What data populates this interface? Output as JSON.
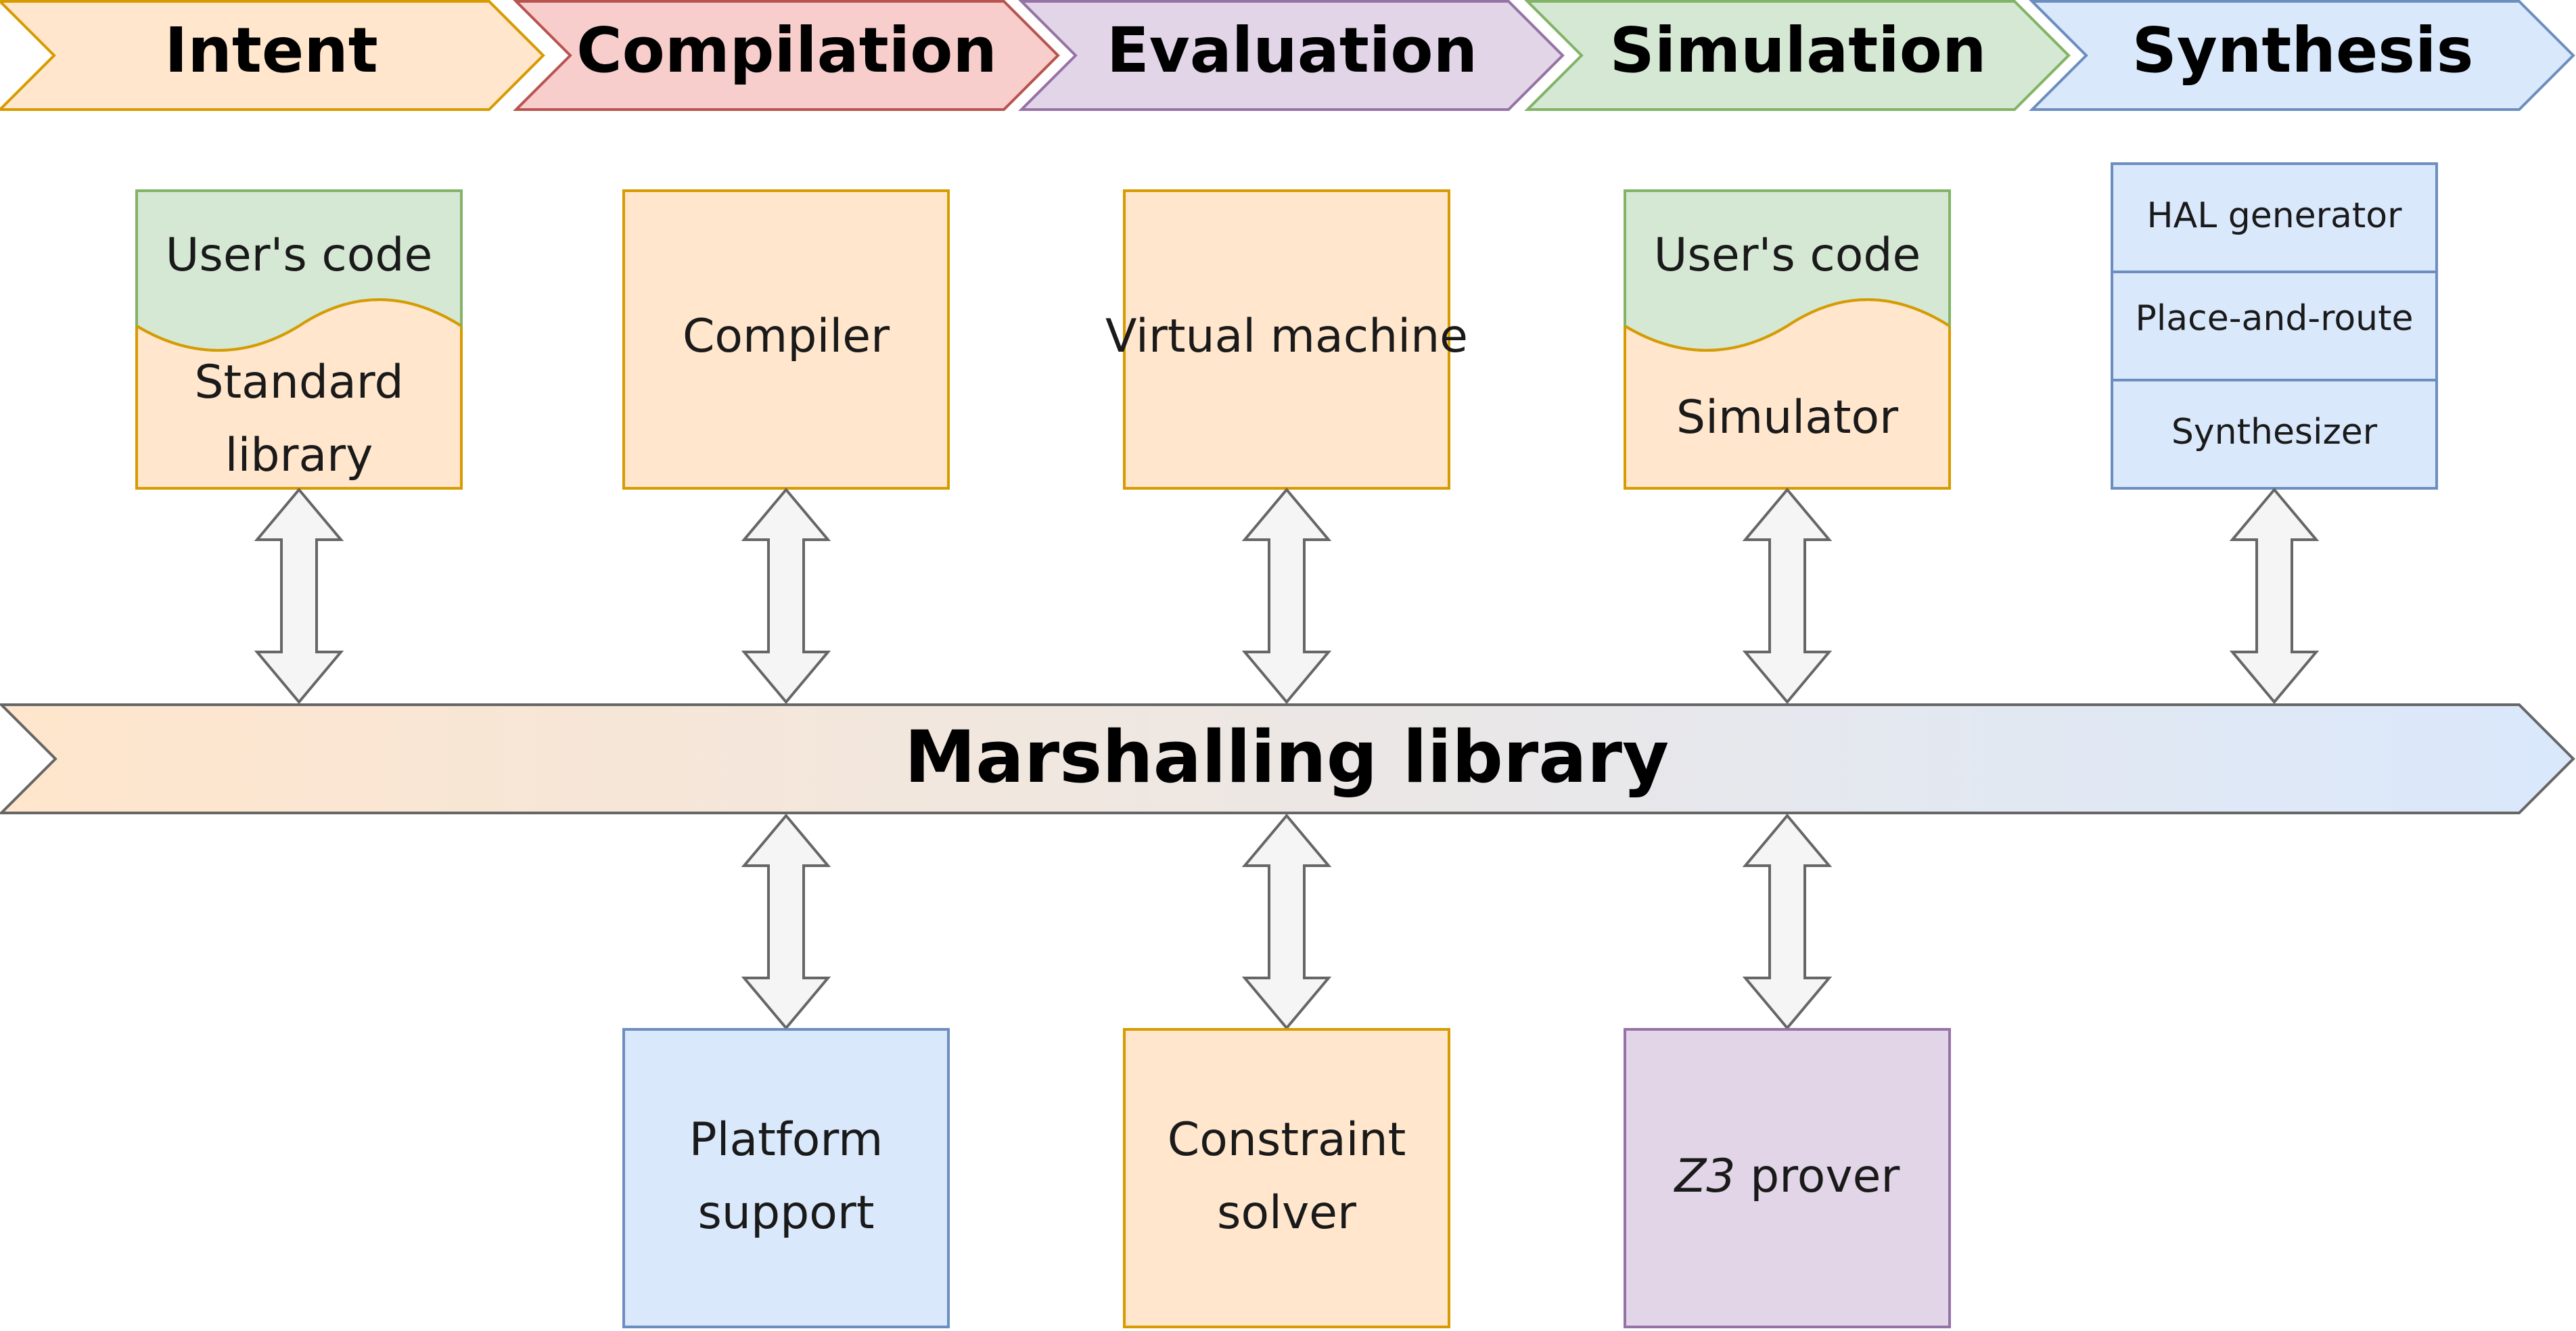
{
  "stages": [
    {
      "label": "Intent",
      "fill": "#ffe6cc",
      "stroke": "#d79b00"
    },
    {
      "label": "Compilation",
      "fill": "#f8cecc",
      "stroke": "#b85450"
    },
    {
      "label": "Evaluation",
      "fill": "#e1d5e7",
      "stroke": "#9673a6"
    },
    {
      "label": "Simulation",
      "fill": "#d5e8d4",
      "stroke": "#82b366"
    },
    {
      "label": "Synthesis",
      "fill": "#dae8fc",
      "stroke": "#6c8ebf"
    }
  ],
  "top_components": {
    "intent": {
      "top_label": "User's code",
      "bottom_lines": [
        "Standard",
        "library"
      ]
    },
    "compiler": {
      "lines": [
        "Compiler"
      ]
    },
    "vm": {
      "lines": [
        "Virtual machine"
      ]
    },
    "simulation": {
      "top_label": "User's code",
      "bottom_lines": [
        "Simulator"
      ]
    },
    "synthesis": {
      "rows": [
        "HAL generator",
        "Place-and-route",
        "Synthesizer"
      ]
    }
  },
  "bus": {
    "label": "Marshalling library",
    "gradient_start": "#ffe6cc",
    "gradient_end": "#dae8fc",
    "stroke": "#666666"
  },
  "bottom_components": {
    "platform": {
      "lines": [
        "Platform",
        "support"
      ]
    },
    "constraint": {
      "lines": [
        "Constraint",
        "solver"
      ]
    },
    "prover": {
      "italic_part": "Z3",
      "rest": " prover"
    }
  },
  "colors": {
    "code_fill": "#d5e8d4",
    "code_stroke": "#82b366",
    "orange_fill": "#ffe6cc",
    "orange_stroke": "#d79b00",
    "blue_fill": "#dae8fc",
    "blue_stroke": "#6c8ebf",
    "purple_fill": "#e1d5e7",
    "purple_stroke": "#9673a6",
    "arrow_fill": "#f5f5f5",
    "arrow_stroke": "#666666"
  }
}
